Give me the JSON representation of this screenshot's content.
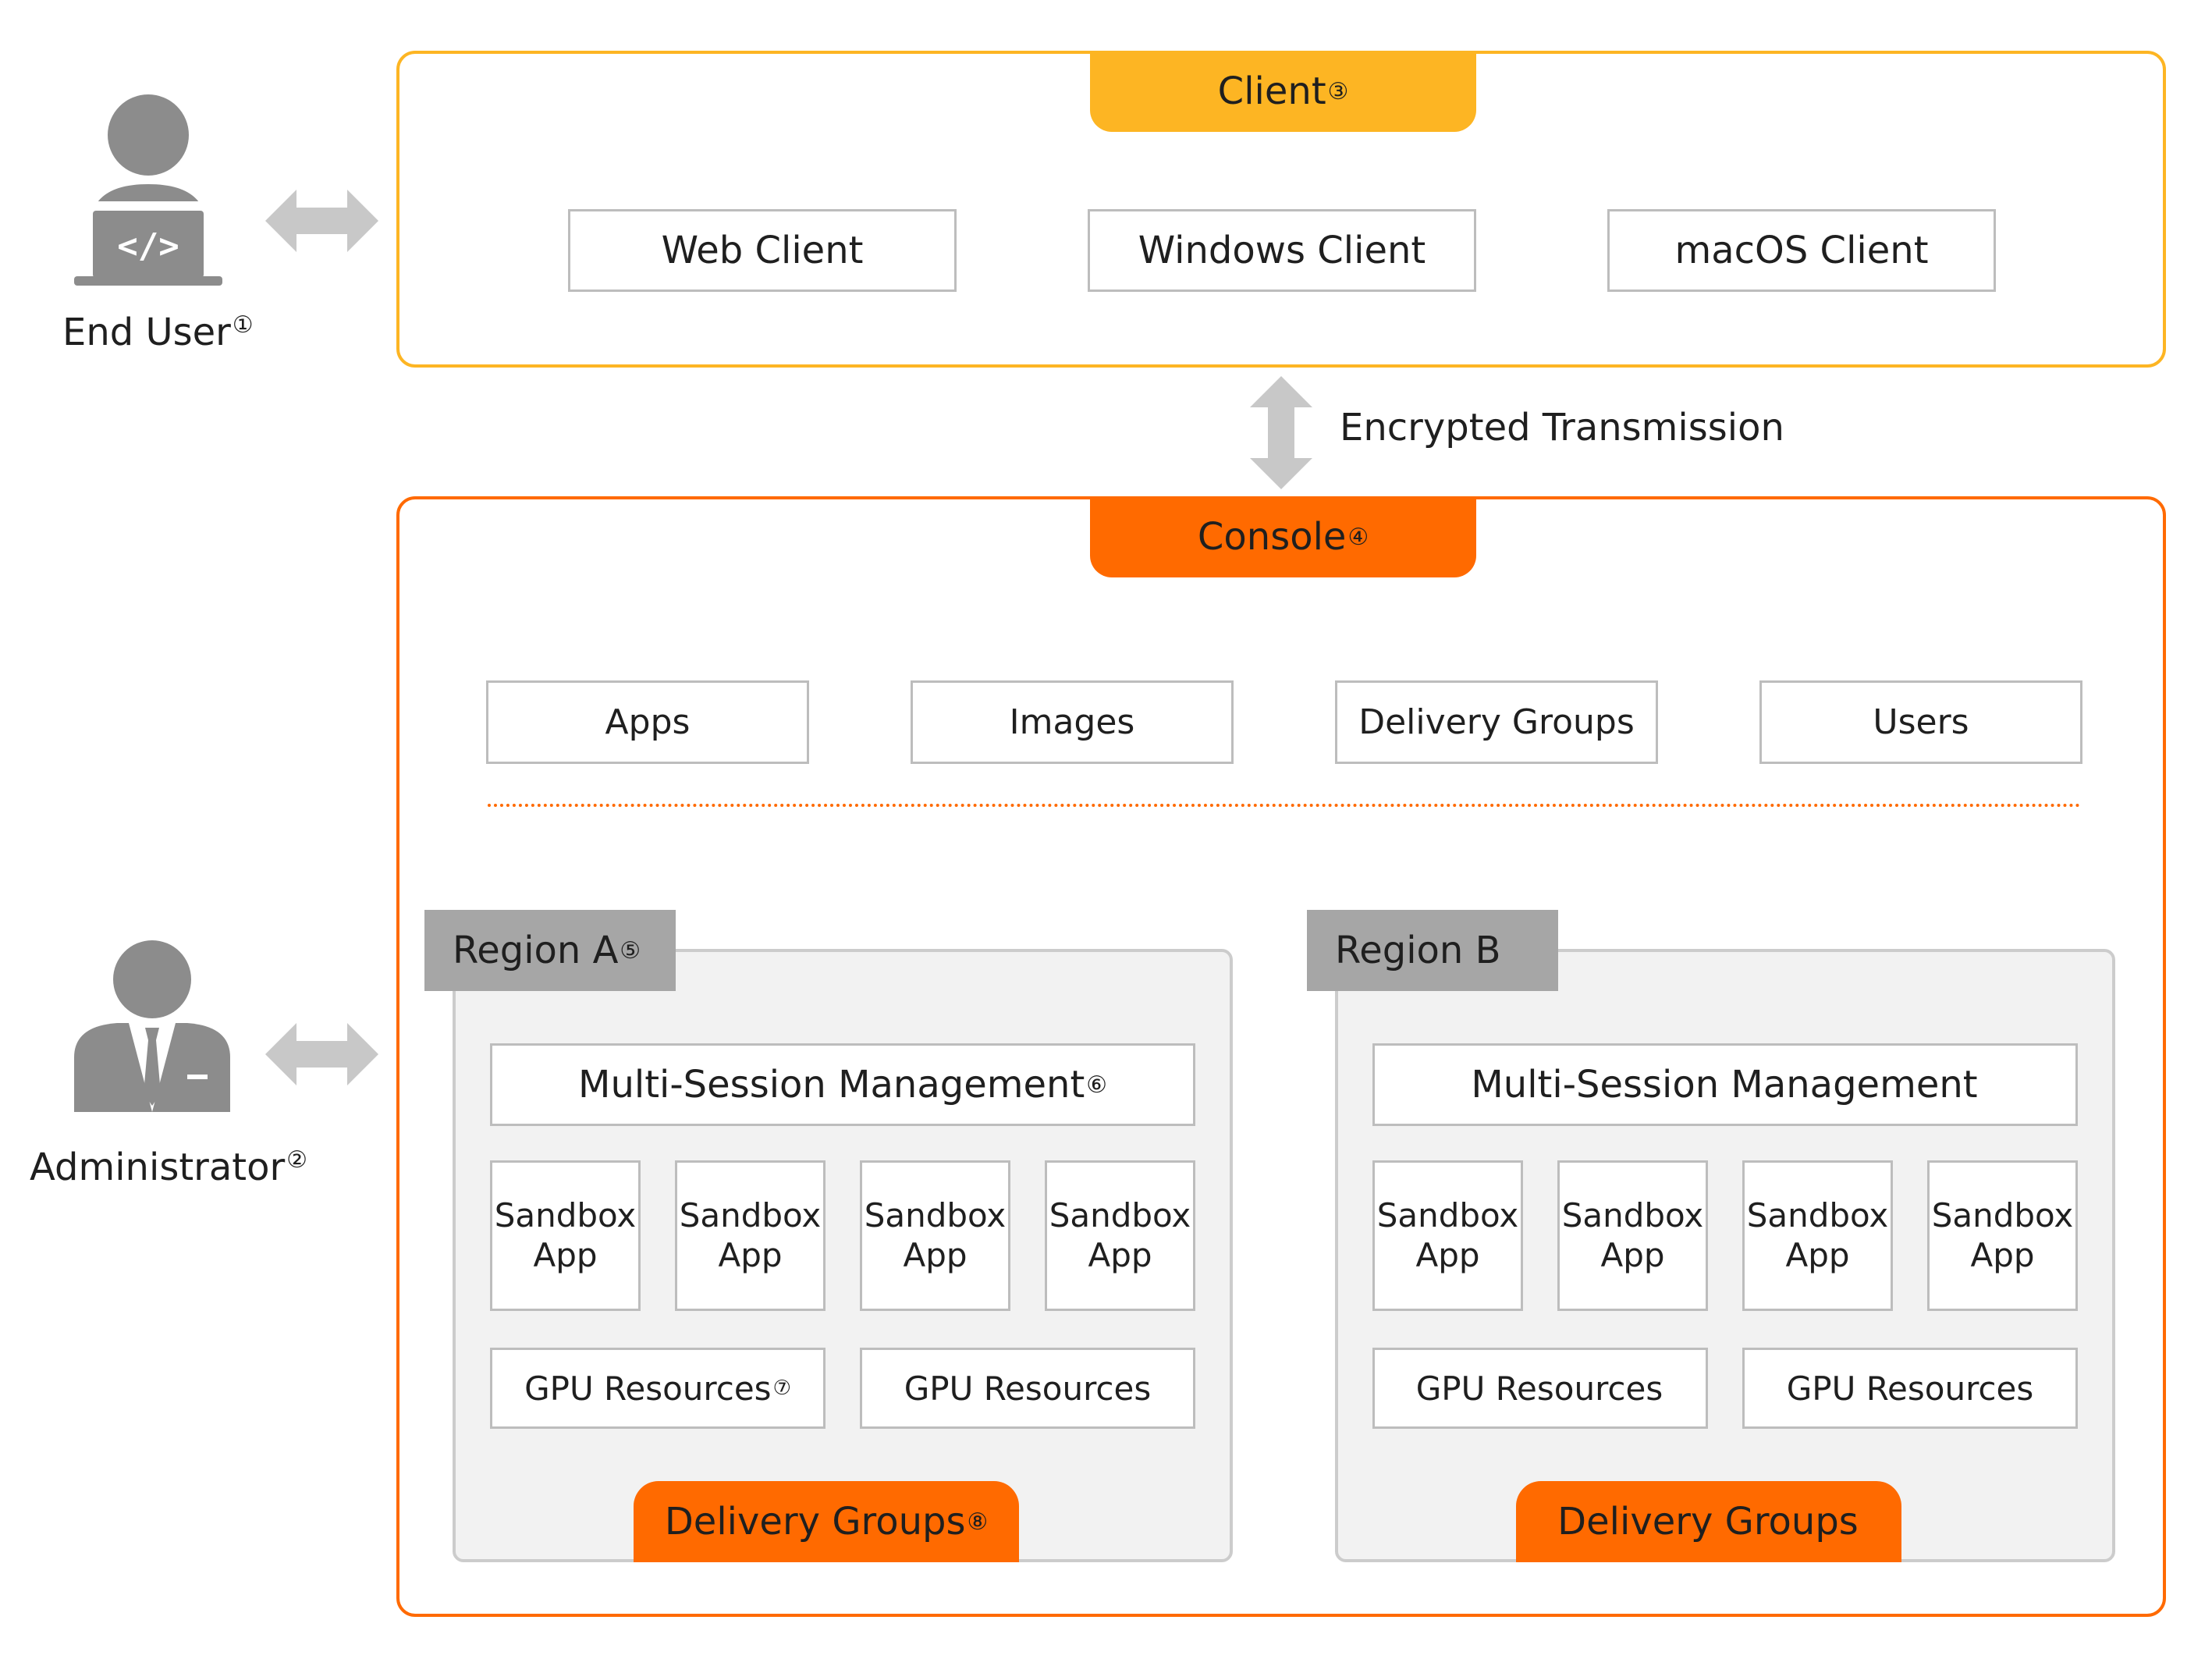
{
  "actors": {
    "end_user": {
      "label": "End User",
      "mark": "①",
      "icon": "developer-laptop-icon"
    },
    "administrator": {
      "label": "Administrator",
      "mark": "②",
      "icon": "administrator-suit-icon"
    }
  },
  "client": {
    "title": "Client",
    "mark": "③",
    "items": [
      "Web Client",
      "Windows Client",
      "macOS Client"
    ]
  },
  "transmission": {
    "label": "Encrypted Transmission"
  },
  "console": {
    "title": "Console",
    "mark": "④",
    "items": [
      "Apps",
      "Images",
      "Delivery Groups",
      "Users"
    ]
  },
  "regions": [
    {
      "title": "Region A",
      "mark": "⑤",
      "msm": "Multi-Session Management",
      "msm_mark": "⑥",
      "sandbox": [
        {
          "line1": "Sandbox",
          "line2": "App"
        },
        {
          "line1": "Sandbox",
          "line2": "App"
        },
        {
          "line1": "Sandbox",
          "line2": "App"
        },
        {
          "line1": "Sandbox",
          "line2": "App"
        }
      ],
      "gpu": [
        "GPU Resources",
        "GPU Resources"
      ],
      "gpu_mark": "⑦",
      "delivery": "Delivery Groups",
      "delivery_mark": "⑧"
    },
    {
      "title": "Region B",
      "mark": "",
      "msm": "Multi-Session Management",
      "msm_mark": "",
      "sandbox": [
        {
          "line1": "Sandbox",
          "line2": "App"
        },
        {
          "line1": "Sandbox",
          "line2": "App"
        },
        {
          "line1": "Sandbox",
          "line2": "App"
        },
        {
          "line1": "Sandbox",
          "line2": "App"
        }
      ],
      "gpu": [
        "GPU Resources",
        "GPU Resources"
      ],
      "gpu_mark": "",
      "delivery": "Delivery Groups",
      "delivery_mark": ""
    }
  ],
  "colors": {
    "client": "#fdb523",
    "console": "#ff6a00",
    "icon": "#8c8c8c",
    "arrow": "#c8c8c8",
    "region_tab": "#a6a6a6"
  }
}
